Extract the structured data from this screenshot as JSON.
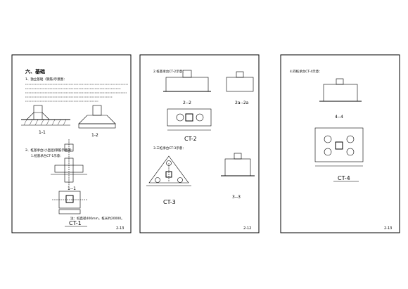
{
  "sheets": [
    {
      "heading": "六、基础",
      "note1": "1、独立基础（钢筋)示意图：",
      "label_1": "1-1",
      "label_2": "1-2",
      "note2": "2、桩基承台(小直径)钢筋示意图：",
      "sub2": "1.桩基承台CT-1示意：",
      "section": "1--1",
      "caption": "CT-1",
      "foot_note": "注：桩直径400mm，桩长约20000。",
      "page": "2-13"
    },
    {
      "note_a": "2.桩基承台CT-2示意：",
      "label_a1": "2--2",
      "label_a2": "2a--2a",
      "caption_a": "CT-2",
      "note_b": "3.三桩承台CT-3示意：",
      "label_b": "3--3",
      "caption_b": "CT-3",
      "page": "2-12"
    },
    {
      "note": "4.四桩承台CT-4示意：",
      "section": "4--4",
      "caption": "CT-4",
      "page": "2-13"
    }
  ]
}
